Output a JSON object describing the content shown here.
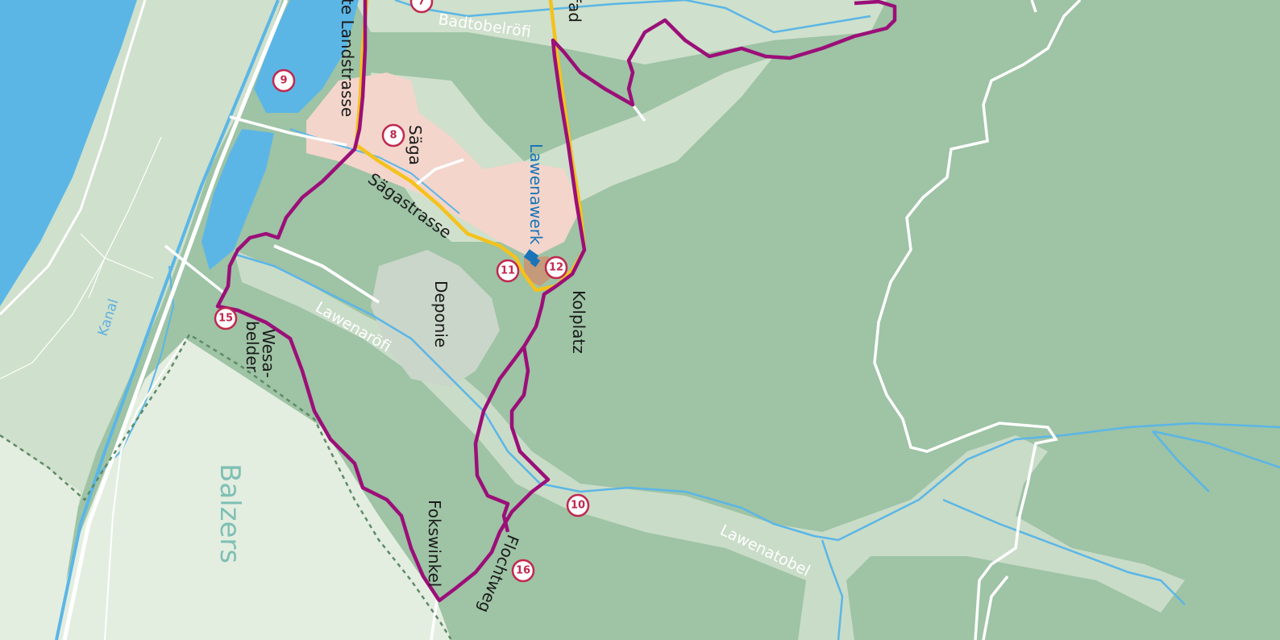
{
  "map": {
    "labels": {
      "alte_landstrasse": "te Landstrasse",
      "badtobelroefi": "Badtobelröfi",
      "pfad": "fad",
      "saega": "Säga",
      "saegastrasse": "Sägastrasse",
      "lawenawerk": "Lawenawerk",
      "deponie": "Deponie",
      "kolplatz": "Kolplatz",
      "lawenaroefi": "Lawenaröfi",
      "wesa_1": "Wesa-",
      "wesa_2": "belder",
      "kanal": "Kanal",
      "balzers": "Balzers",
      "fokswinkel": "Fokswinkel",
      "flochtweg": "Flochtweg",
      "lawenatobel": "Lawenatobel"
    },
    "markers": {
      "m7": "7",
      "m8": "8",
      "m9": "9",
      "m10": "10",
      "m11": "11",
      "m12": "12",
      "m15": "15",
      "m16": "16"
    },
    "colors": {
      "forest": "#9ec3a5",
      "meadow": "#cfe0cc",
      "open_field": "#e3eee0",
      "water": "#5bb6e6",
      "settlement": "#f3d5cb",
      "purple_route": "#9b0f78",
      "yellow_route": "#f4c21c",
      "marker_red": "#c0294f"
    }
  }
}
